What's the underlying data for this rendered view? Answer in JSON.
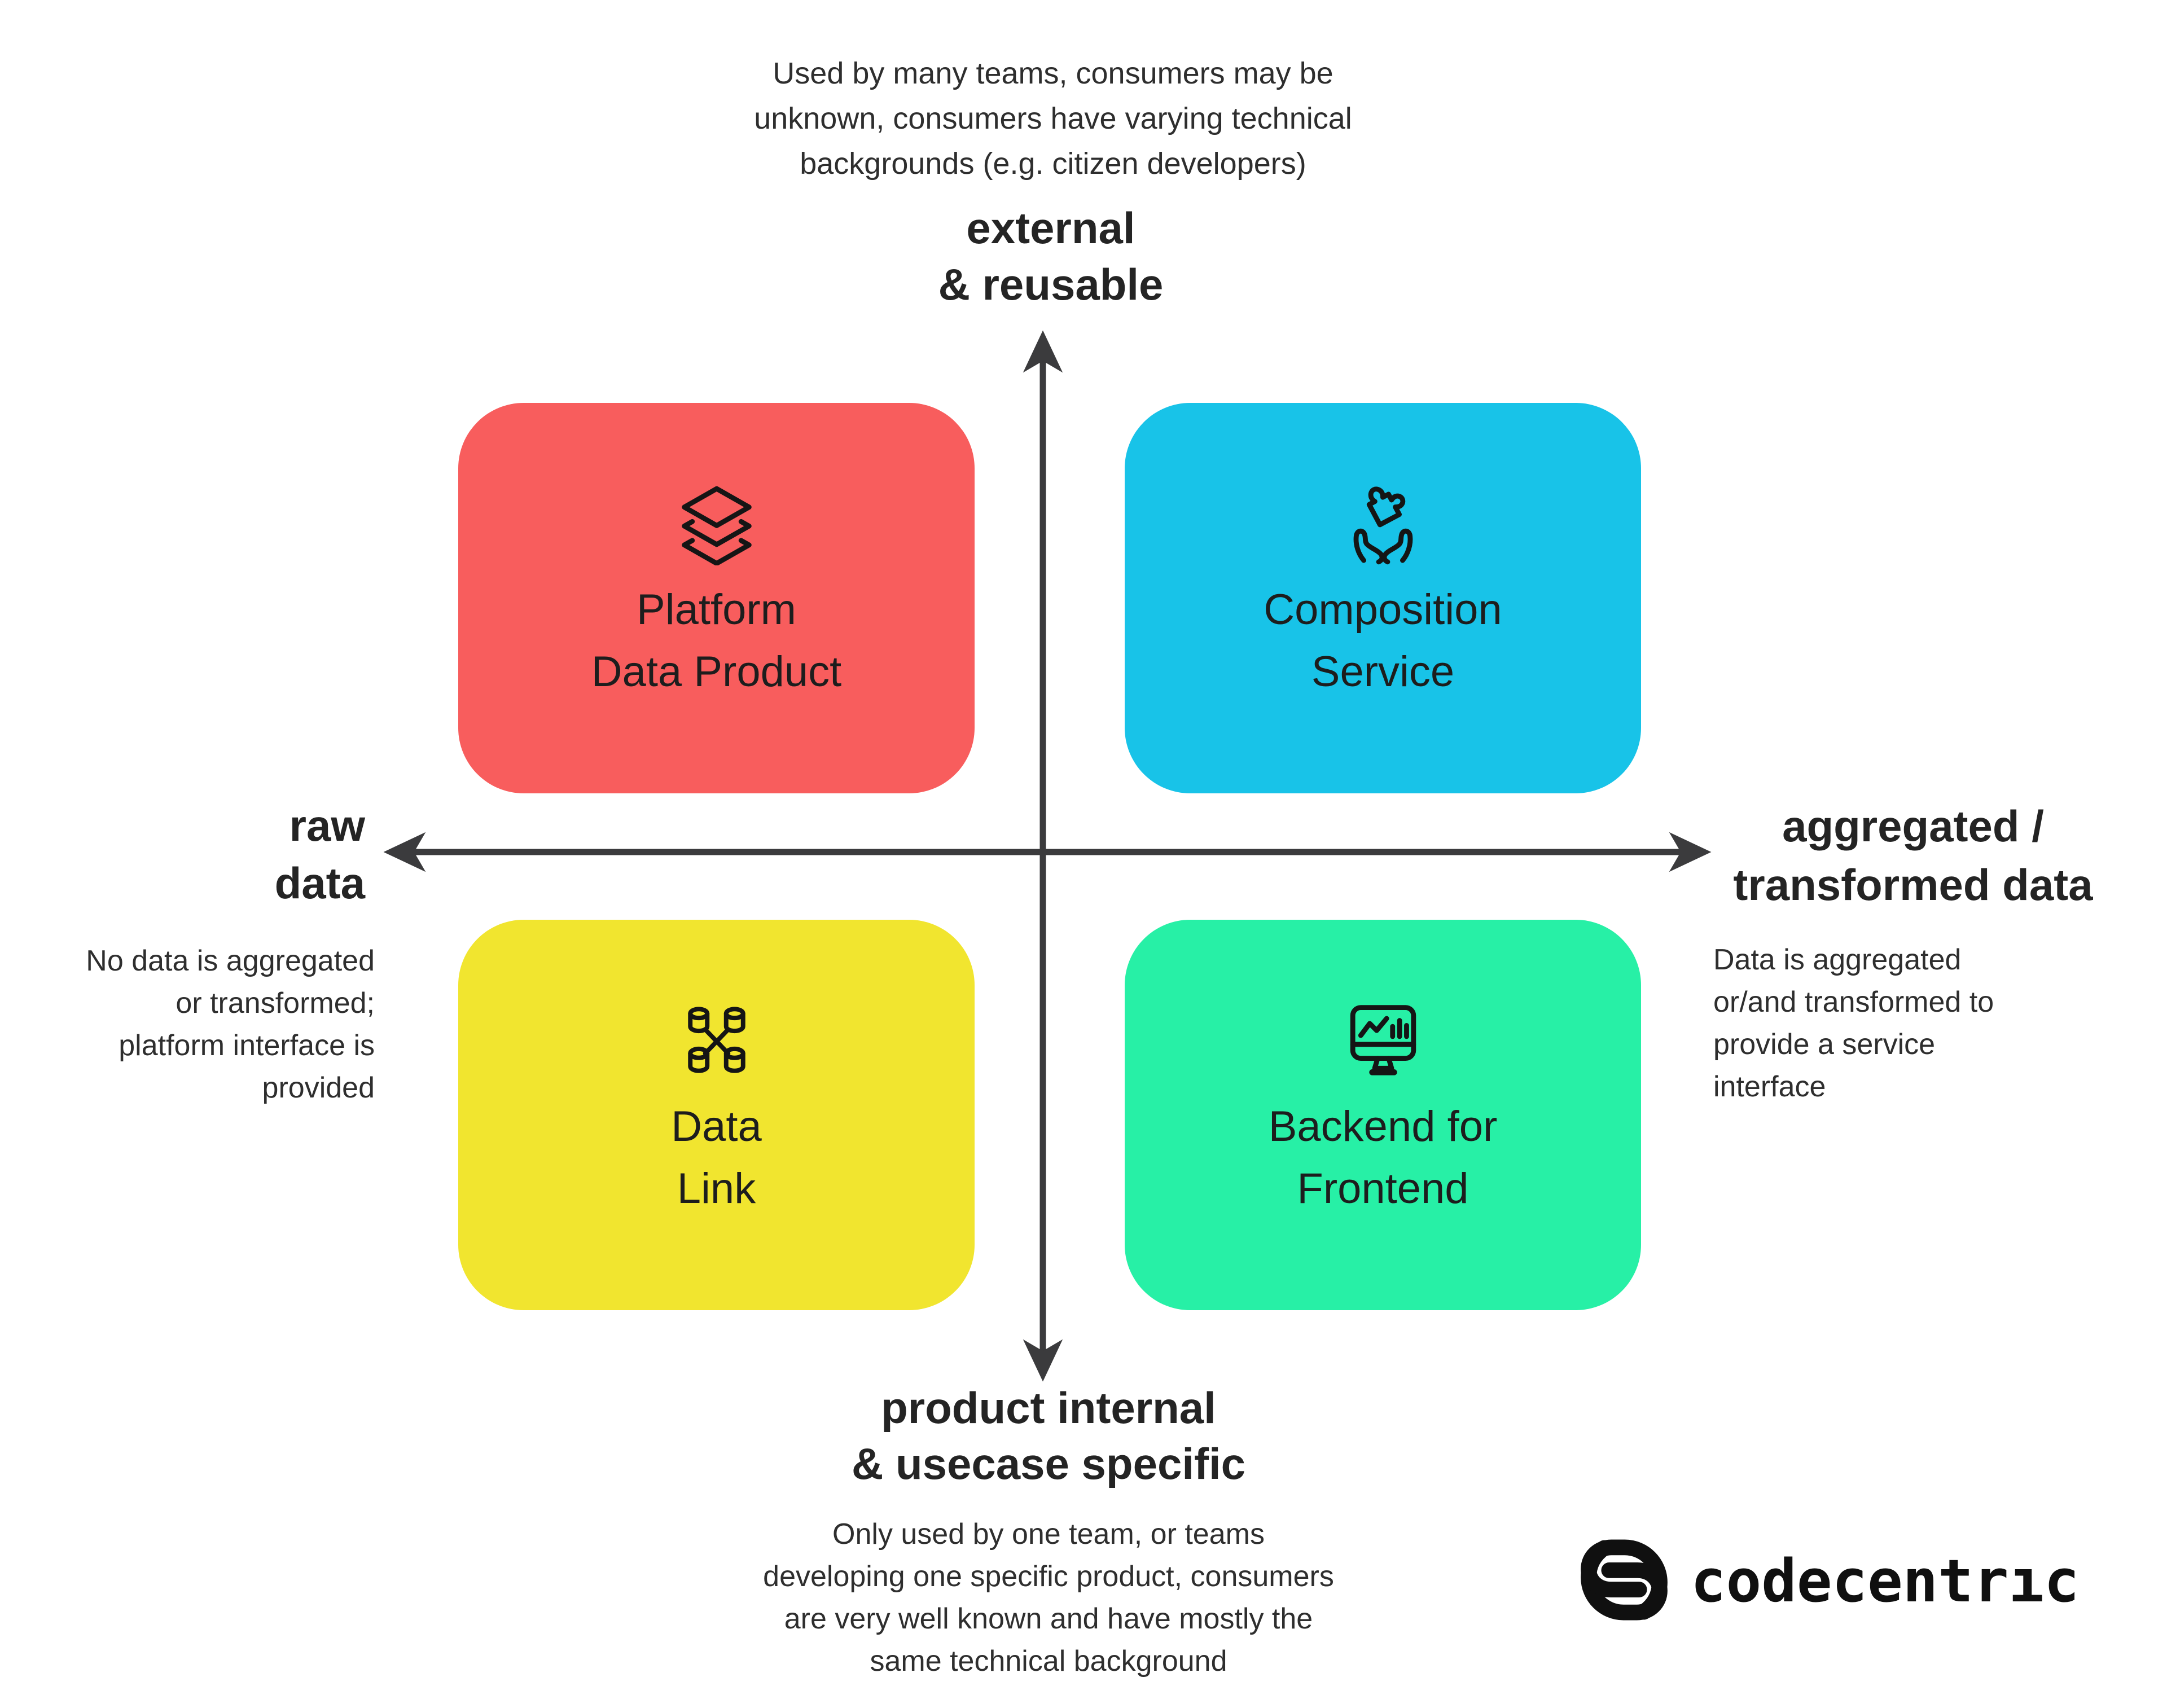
{
  "page": {
    "background": "#ffffff"
  },
  "colors": {
    "axis": "#3b3b3d",
    "text": "#2a2a2a",
    "box_text": "#1d1d1d",
    "quadrant_red": "#f85d5d",
    "quadrant_cyan": "#18c3e8",
    "quadrant_yellow": "#f1e52f",
    "quadrant_green": "#27f0a6"
  },
  "top_annotation": {
    "text": "Used by many teams, consumers may be\nunknown, consumers have varying technical\nbackgrounds (e.g. citizen developers)"
  },
  "axis_labels": {
    "top": {
      "text": "external\n& reusable"
    },
    "bottom": {
      "text": "product internal\n& usecase specific"
    },
    "left": {
      "text": "raw\ndata"
    },
    "right": {
      "text": "aggregated /\ntransformed data"
    }
  },
  "side_annotations": {
    "left": {
      "text": "No data is aggregated\nor transformed;\nplatform interface is\nprovided"
    },
    "right": {
      "text": "Data is aggregated\nor/and transformed to\nprovide a service\ninterface"
    },
    "bottom": {
      "text": "Only used by one team, or teams\ndeveloping one specific product, consumers\nare very well known and have mostly the\nsame technical background"
    }
  },
  "quadrants": [
    {
      "id": "platform-data-product",
      "label": "Platform\nData Product",
      "color": "#f85d5d",
      "icon": "layers-icon",
      "position": "top-left"
    },
    {
      "id": "composition-service",
      "label": "Composition\nService",
      "color": "#18c3e8",
      "icon": "hands-holding-puzzle-icon",
      "position": "top-right"
    },
    {
      "id": "data-link",
      "label": "Data\nLink",
      "color": "#f1e52f",
      "icon": "linked-databases-icon",
      "position": "bottom-left"
    },
    {
      "id": "backend-for-frontend",
      "label": "Backend for\nFrontend",
      "color": "#27f0a6",
      "icon": "monitor-chart-icon",
      "position": "bottom-right"
    }
  ],
  "logo": {
    "brand": "codecentric",
    "wordmark": "codecentrıc"
  }
}
